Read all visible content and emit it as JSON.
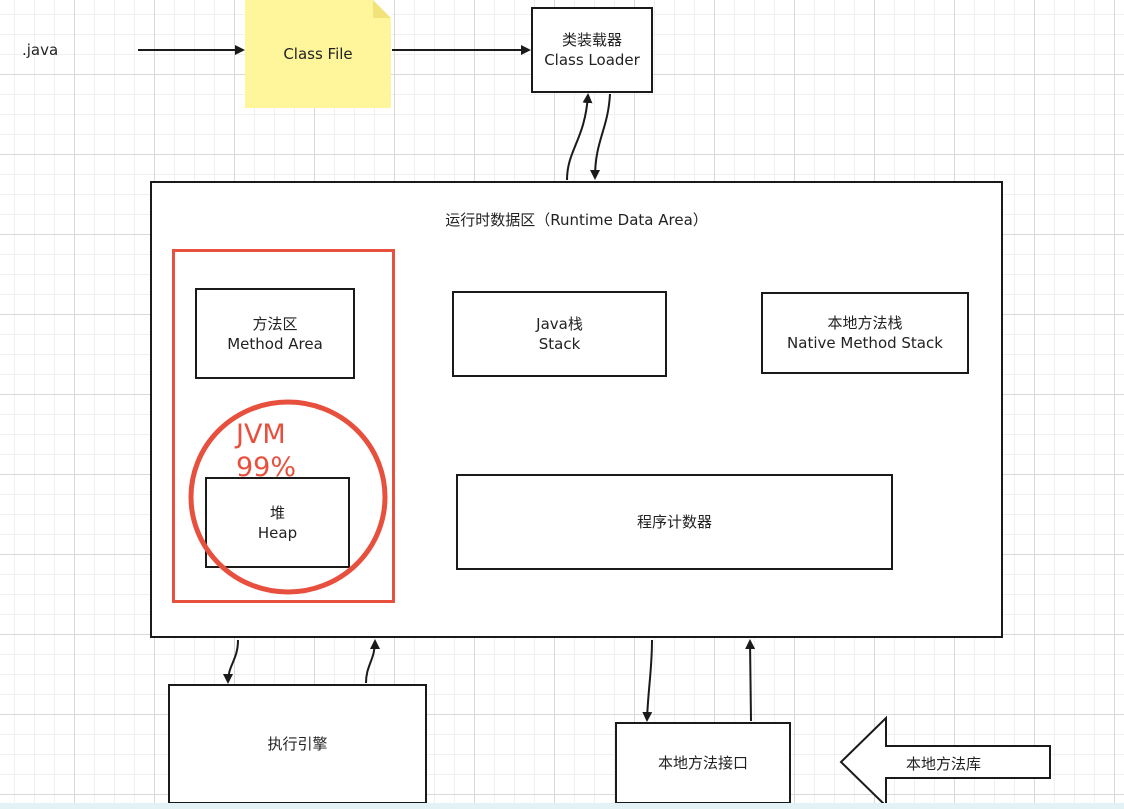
{
  "java_label": ".java",
  "class_file": "Class File",
  "class_loader": {
    "zh": "类装载器",
    "en": "Class Loader"
  },
  "runtime_area": {
    "title": "运行时数据区（Runtime Data Area）"
  },
  "method_area": {
    "zh": "方法区",
    "en": "Method Area"
  },
  "java_stack": {
    "zh": "Java栈",
    "en": "Stack"
  },
  "native_stack": {
    "zh": "本地方法栈",
    "en": "Native Method Stack"
  },
  "heap": {
    "zh": "堆",
    "en": "Heap"
  },
  "program_counter": "程序计数器",
  "jvm_annotation": {
    "line1": "JVM",
    "line2": "99%",
    "color": "#e8503e"
  },
  "execution_engine": "执行引擎",
  "native_interface": "本地方法接口",
  "native_library": "本地方法库",
  "colors": {
    "class_file_fill": "#fff59a",
    "highlight": "#e8503e",
    "stroke": "#1a1a1a"
  }
}
